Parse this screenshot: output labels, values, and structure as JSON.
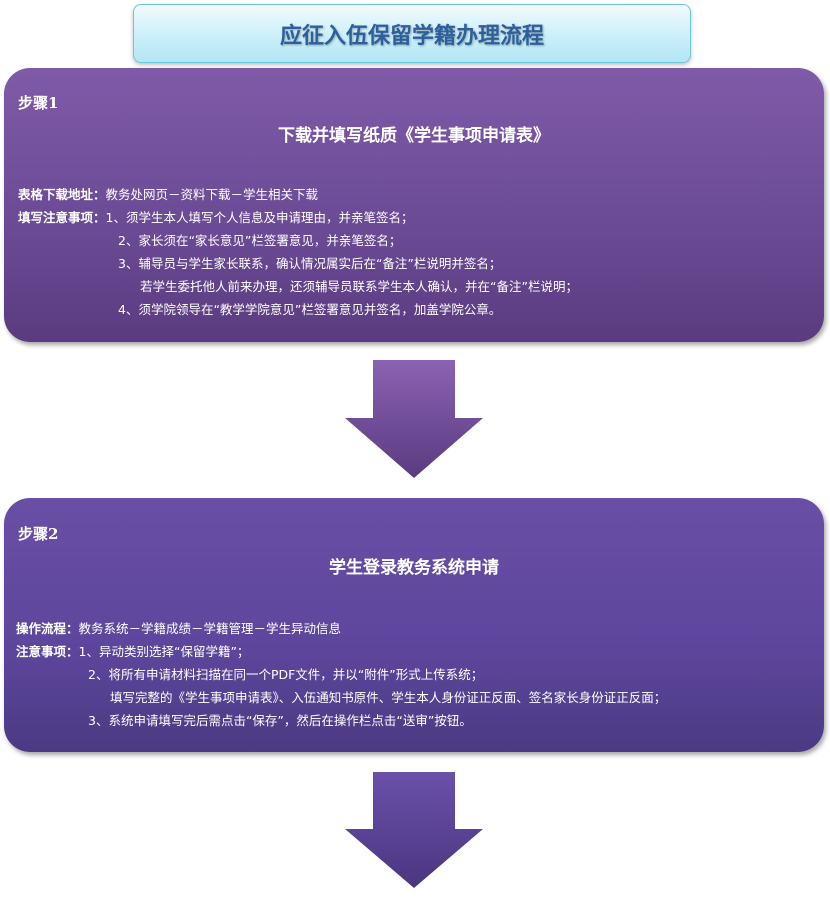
{
  "title": "应征入伍保留学籍办理流程",
  "colors": {
    "step1": "#6a4a94",
    "step2": "#5c469c",
    "title_text": "#2c5f9c"
  },
  "step1": {
    "label": "步骤1",
    "title": "下载并填写纸质《学生事项申请表》",
    "download_label": "表格下载地址：",
    "download_value": "教务处网页－资料下载－学生相关下载",
    "notes_label": "填写注意事项：",
    "notes": [
      "1、须学生本人填写个人信息及申请理由，并亲笔签名；",
      "2、家长须在“家长意见”栏签署意见，并亲笔签名；",
      "3、辅导员与学生家长联系，确认情况属实后在“备注”栏说明并签名；",
      "若学生委托他人前来办理，还须辅导员联系学生本人确认，并在“备注”栏说明；",
      "4、须学院领导在“教学学院意见”栏签署意见并签名，加盖学院公章。"
    ]
  },
  "step2": {
    "label": "步骤2",
    "title": "学生登录教务系统申请",
    "process_label": "操作流程：",
    "process_value": "教务系统－学籍成绩－学籍管理－学生异动信息",
    "notes_label": "注意事项：",
    "notes": [
      "1、异动类别选择“保留学籍”；",
      "2、将所有申请材料扫描在同一个PDF文件，并以“附件”形式上传系统；",
      "填写完整的《学生事项申请表》、入伍通知书原件、学生本人身份证正反面、签名家长身份证正反面；",
      "3、系统申请填写完后需点击“保存”，然后在操作栏点击“送审”按钮。"
    ]
  }
}
